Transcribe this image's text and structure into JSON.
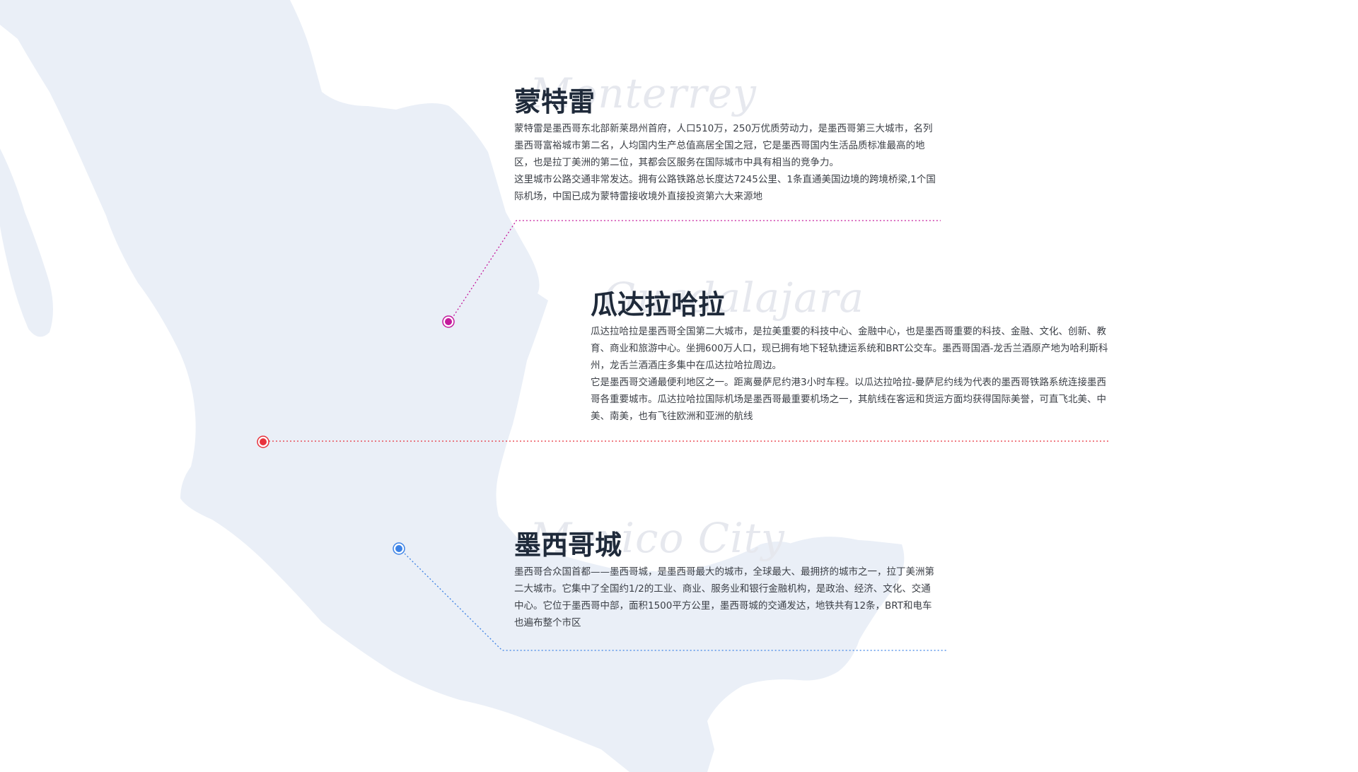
{
  "colors": {
    "map_fill": "#eaeff7",
    "monterrey_accent": "#c41a9c",
    "guadalajara_accent": "#e8323c",
    "mexico_city_accent": "#3c82e6",
    "title_text": "#1f2a3a",
    "body_text": "#3b3f46"
  },
  "cities": {
    "monterrey": {
      "title": "蒙特雷",
      "watermark": "Monterrey",
      "paragraphs": [
        "蒙特雷是墨西哥东北部新莱昂州首府，人口510万，250万优质劳动力，是墨西哥第三大城市，名列墨西哥富裕城市第二名，人均国内生产总值高居全国之冠，它是墨西哥国内生活品质标准最高的地区，也是拉丁美洲的第二位，其都会区服务在国际城市中具有相当的竞争力。",
        "这里城市公路交通非常发达。拥有公路铁路总长度达7245公里、1条直通美国边境的跨境桥梁,1个国际机场，中国已成为蒙特雷接收境外直接投资第六大来源地"
      ]
    },
    "guadalajara": {
      "title": "瓜达拉哈拉",
      "watermark": "Guadalajara",
      "paragraphs": [
        "瓜达拉哈拉是墨西哥全国第二大城市，是拉美重要的科技中心、金融中心，也是墨西哥重要的科技、金融、文化、创新、教育、商业和旅游中心。坐拥600万人口，现已拥有地下轻轨捷运系统和BRT公交车。墨西哥国酒-龙舌兰酒原产地为哈利斯科州，龙舌兰酒酒庄多集中在瓜达拉哈拉周边。",
        "它是墨西哥交通最便利地区之一。距离曼萨尼约港3小时车程。以瓜达拉哈拉-曼萨尼约线为代表的墨西哥铁路系统连接墨西哥各重要城市。瓜达拉哈拉国际机场是墨西哥最重要机场之一，其航线在客运和货运方面均获得国际美誉，可直飞北美、中美、南美，也有飞往欧洲和亚洲的航线"
      ]
    },
    "mexico_city": {
      "title": "墨西哥城",
      "watermark": "Mexico City",
      "paragraphs": [
        "墨西哥合众国首都——墨西哥城，是墨西哥最大的城市，全球最大、最拥挤的城市之一，拉丁美洲第二大城市。它集中了全国约1/2的工业、商业、服务业和银行金融机构，是政治、经济、文化、交通中心。它位于墨西哥中部，面积1500平方公里，墨西哥城的交通发达，地铁共有12条，BRT和电车也遍布整个市区"
      ]
    }
  }
}
